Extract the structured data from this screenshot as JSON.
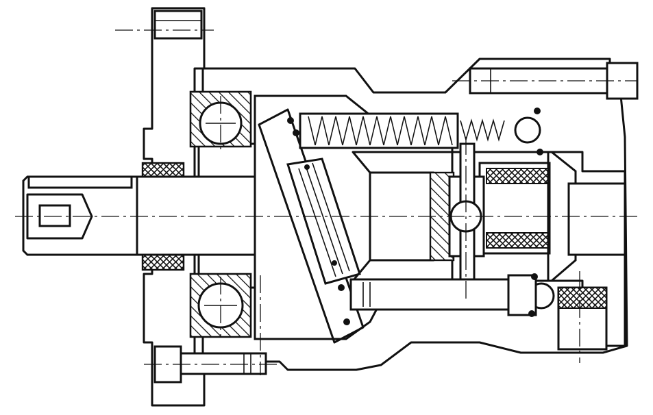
{
  "figure": {
    "description_visible_text": "",
    "colors": {
      "line": "#111111",
      "paper": "#ffffff"
    },
    "parts": [
      "mounting-flange",
      "drive-shaft",
      "front-bearing",
      "rear-bearing",
      "swash-plate",
      "cylinder-barrel",
      "return-spring",
      "control-valve",
      "valve-ball",
      "through-bolt",
      "flange-bolt",
      "end-cap-bolt",
      "end-cap",
      "pump-housing"
    ]
  }
}
